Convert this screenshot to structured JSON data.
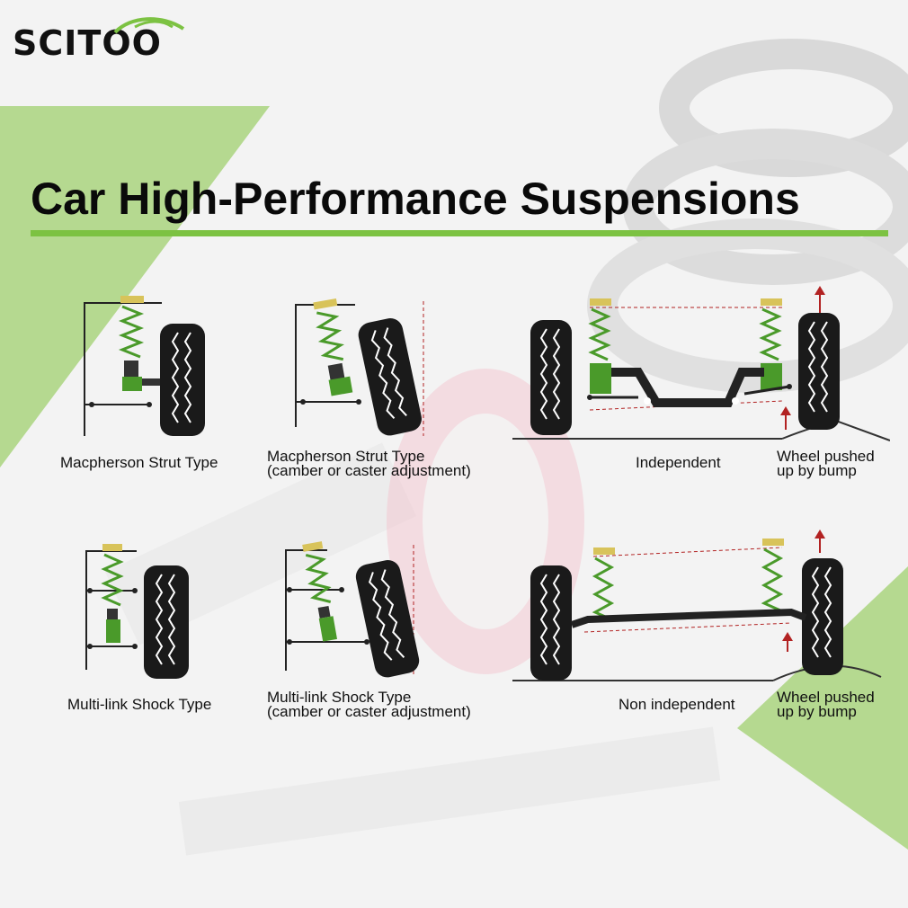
{
  "brand": {
    "logo_text": "SCITOO"
  },
  "title": "Car High-Performance Suspensions",
  "colors": {
    "accent_green": "#7cc242",
    "spring_green": "#4a9a2a",
    "tire": "#1a1a1a",
    "arrow_red": "#b22222",
    "background": "#f4f4f4"
  },
  "diagrams": [
    {
      "label": "Macpherson Strut Type"
    },
    {
      "label_line1": "Macpherson Strut Type",
      "label_line2": "(camber or caster adjustment)"
    },
    {
      "label": "Independent",
      "note_line1": "Wheel pushed",
      "note_line2": "up by bump"
    },
    {
      "label": "Multi-link Shock Type"
    },
    {
      "label_line1": "Multi-link Shock Type",
      "label_line2": "(camber or caster adjustment)"
    },
    {
      "label": "Non independent",
      "note_line1": "Wheel pushed",
      "note_line2": "up by bump"
    }
  ]
}
